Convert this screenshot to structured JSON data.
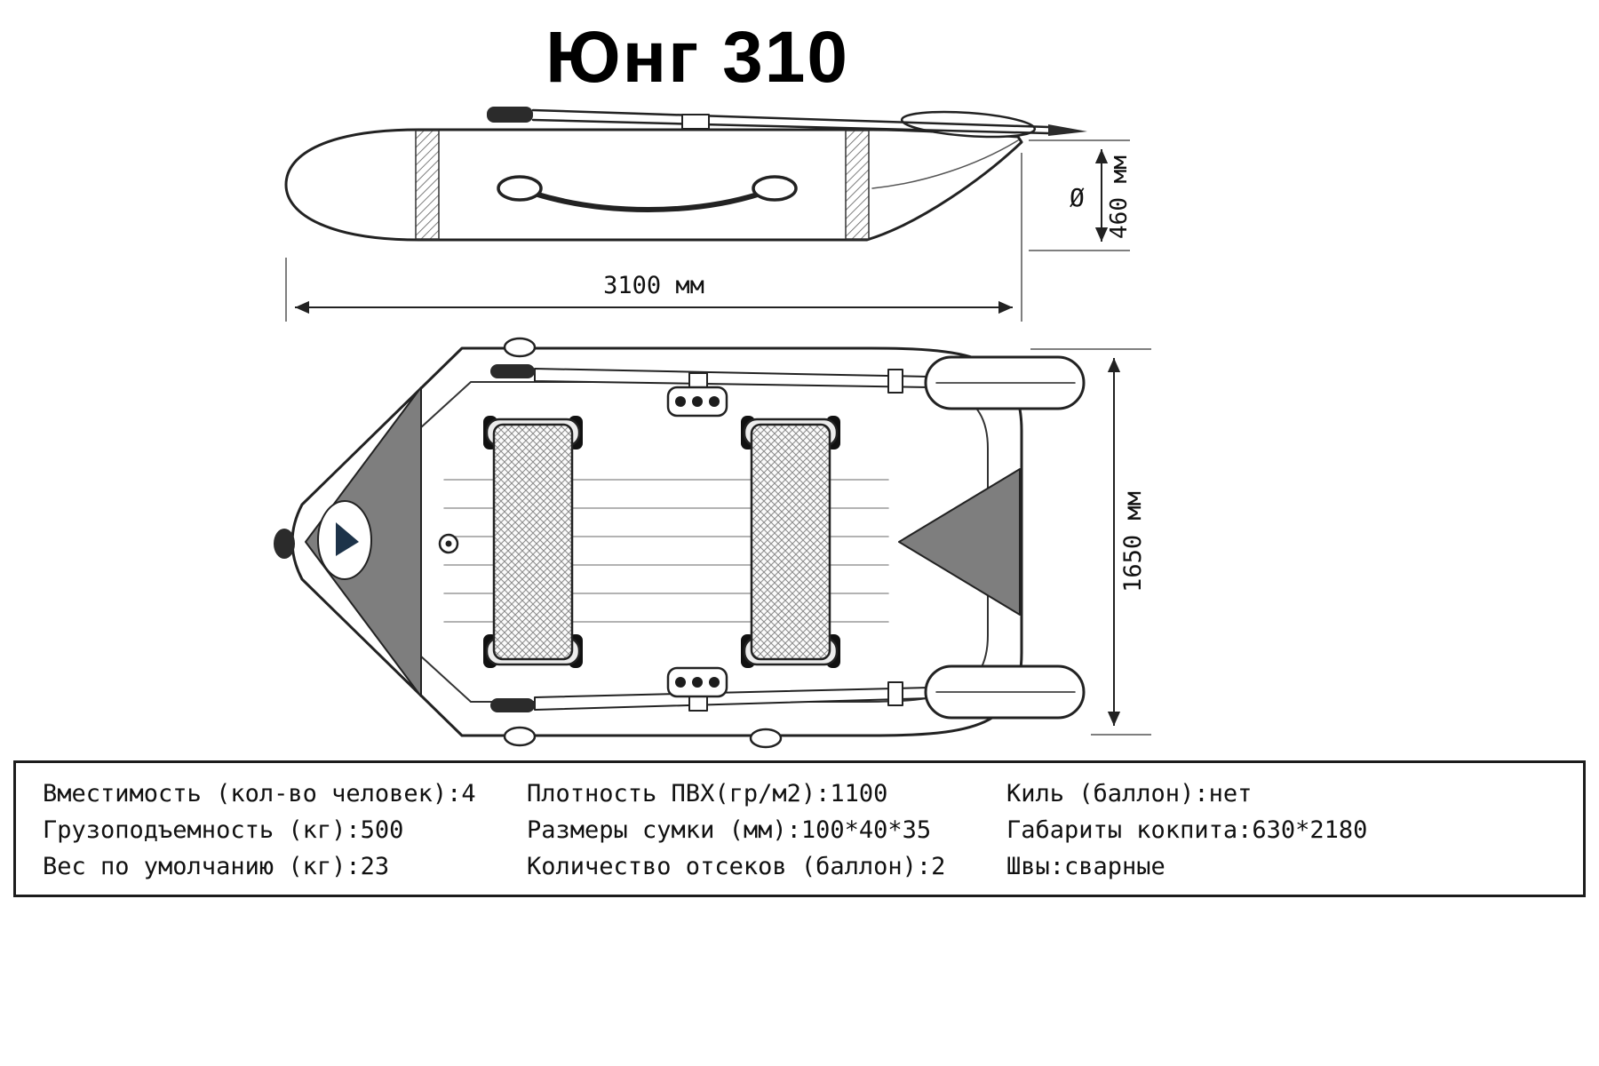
{
  "title": "Юнг 310",
  "dimensions": {
    "length": "3100 мм",
    "beam": "1650 мм",
    "diameter_symbol": "Ø",
    "tube_diameter": "460 мм"
  },
  "specs": {
    "col1": [
      "Вместимость (кол-во человек):4",
      "Грузоподъемность (кг):500",
      "Вес по умолчанию (кг):23"
    ],
    "col2": [
      "Плотность ПВХ(гр/м2):1100",
      "Размеры сумки (мм):100*40*35",
      "Количество отсеков (баллон):2"
    ],
    "col3": [
      "Киль (баллон):нет",
      "Габариты кокпита:630*2180",
      "Швы:сварные"
    ]
  }
}
